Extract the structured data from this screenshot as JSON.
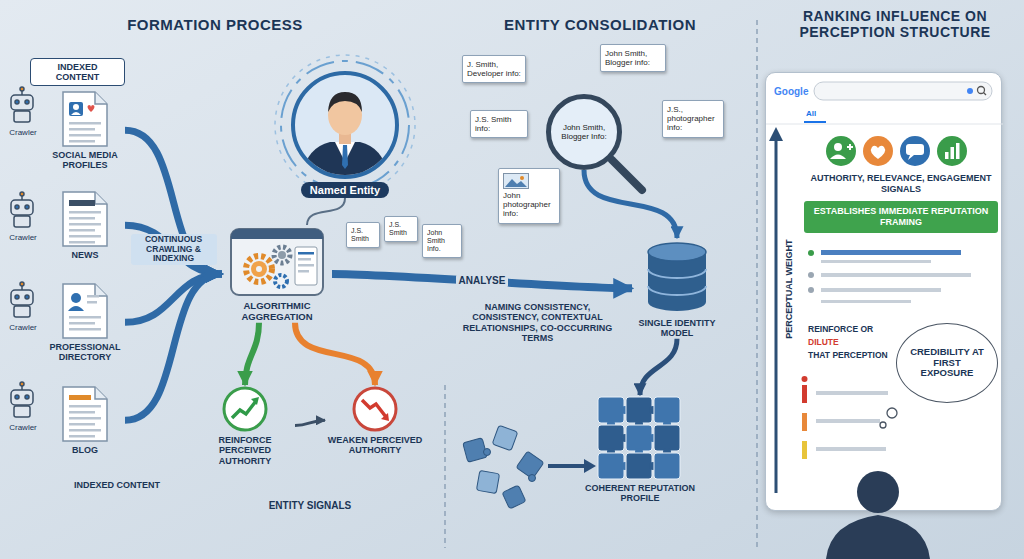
{
  "diagram": {
    "nodes": [
      {
        "text": [
          "INDEXED CONTENT"
        ]
      },
      {
        "text": [
          "SOCIAL MEDIA PROFILES"
        ]
      },
      {
        "text": [
          "NEWS"
        ]
      },
      {
        "text": [
          "PROFESSIONAL DIRECTORY"
        ]
      },
      {
        "text": [
          "BLOG"
        ]
      },
      {
        "text": [
          "Named Entity"
        ]
      },
      {
        "text": [
          "ALGORITHMIC AGGREGATION"
        ]
      },
      {
        "text": [
          "J.S. Smith"
        ]
      },
      {
        "text": [
          "J.S. Smith"
        ]
      },
      {
        "text": [
          "John Smith Info."
        ]
      },
      {
        "text": [
          "REINFORCE PERCEIVED AUTHORITY"
        ]
      },
      {
        "text": [
          "WEAKEN PERCEIVED AUTHORITY"
        ]
      },
      {
        "text": [
          "J. Smith, Developer info:"
        ]
      },
      {
        "text": [
          "John Smith, Blogger info:"
        ]
      },
      {
        "text": [
          "J.S. Smith info:"
        ]
      },
      {
        "text": [
          "John Smith, Blogger Info:"
        ]
      },
      {
        "text": [
          "John photographer info:"
        ]
      },
      {
        "text": [
          "J.S., photographer info:"
        ]
      },
      {
        "text": [
          "SINGLE IDENTITY MODEL"
        ]
      },
      {
        "text": [
          "COHERENT REPUTATION PROFILE"
        ]
      },
      {
        "text": [
          "Google",
          "All",
          "AUTHORITY, RELEVANCE, ENGAGEMENT SIGNALS"
        ]
      },
      {
        "text": [
          "ESTABLISHES IMMEDIATE REPUTATION FRAMING"
        ],
        "in": 20
      },
      {
        "text": [
          "CREDIBILITY AT FIRST EXPOSURE"
        ],
        "in": 20
      }
    ],
    "edges": [
      {
        "from": 1,
        "to": 6,
        "arrow": "to"
      },
      {
        "from": 2,
        "to": 6,
        "arrow": "to",
        "label": "CONTINUOUS CRAWLING & INDEXING"
      },
      {
        "from": 3,
        "to": 6,
        "arrow": "to"
      },
      {
        "from": 4,
        "to": 6,
        "arrow": "to"
      },
      {
        "from": 5,
        "to": 6,
        "arrow": "none"
      },
      {
        "from": 6,
        "to": 10,
        "arrow": "to"
      },
      {
        "from": 6,
        "to": 11,
        "arrow": "to"
      },
      {
        "from": 10,
        "to": 11,
        "arrow": "to"
      },
      {
        "from": 6,
        "to": 18,
        "arrow": "to",
        "label": "ANALYSE"
      },
      {
        "from": 18,
        "to": 19,
        "arrow": "to"
      },
      {
        "from": 15,
        "to": 18,
        "arrow": "to"
      }
    ],
    "labels": [
      "FORMATION PROCESS",
      "ENTITY CONSOLIDATION",
      "RANKING INFLUENCE ON PERCEPTION STRUCTURE",
      "Crawler",
      "Crawler",
      "Crawler",
      "Crawler",
      "INDEXED CONTENT",
      "ENTITY SIGNALS",
      "NAMING CONSISTENCY, CONSISTENCY, CONTEXTUAL RELATIONSHIPS, CO-OCCURRING TERMS",
      "PERCEPTUAL WEIGHT",
      "REINFORCE OR",
      "DILUTE",
      "THAT PERCEPTION"
    ]
  }
}
